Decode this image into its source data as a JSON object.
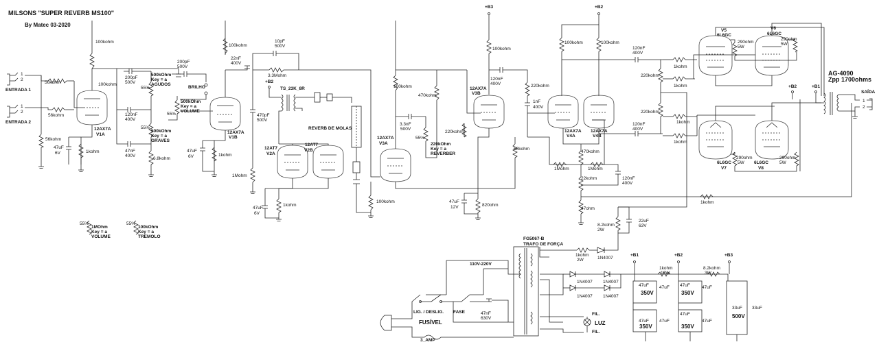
{
  "title": "MILSONS \"SUPER REVERB MS100\"",
  "subtitle": "By Matec 03-2020",
  "connectors": {
    "in1": "ENTRADA 1",
    "in2": "ENTRADA  2",
    "out": "SAÍDA",
    "pin1": "1",
    "pin2": "2"
  },
  "rails": {
    "b1": "+B1",
    "b2": "+B2",
    "b3": "+B3"
  },
  "tubes": {
    "v1a": [
      "12AX7A",
      "V1A"
    ],
    "v1b": [
      "12AX7A",
      "V1B"
    ],
    "v2a": [
      "12AT7",
      "V2A"
    ],
    "v2b": [
      "12AT7",
      "V2B"
    ],
    "v3a": [
      "12AX7A",
      "V3A"
    ],
    "v3b": [
      "12AX7A",
      "V3B"
    ],
    "v4a": [
      "12AX7A",
      "V4A"
    ],
    "v4b": [
      "12AX7A",
      "V4B"
    ],
    "v5": [
      "V5",
      "6L6GC"
    ],
    "v6": [
      "V6",
      "6L6GC"
    ],
    "v7": [
      "6L6GC",
      "V7"
    ],
    "v8": [
      "6L6GC",
      "V8"
    ]
  },
  "components": {
    "r_in1": "56kohm",
    "r_in2": "56kohm",
    "r_in3": "56kohm",
    "r_plate1": "100kohm",
    "r_plate1b": "100kohm",
    "c_treb": [
      "200pF",
      "500V"
    ],
    "c_mid": [
      "120nF",
      "400V"
    ],
    "c_bass": [
      "47nF",
      "400V"
    ],
    "r_68": "6.8kohm",
    "pot_agudos": [
      "500kOhm",
      "Key = a",
      "AGUDOS"
    ],
    "pot_graves": [
      "500kOhm",
      "Key = a",
      "GRAVES"
    ],
    "pot_volume": [
      "500kOhm",
      "Key = a",
      "VOLUME"
    ],
    "pct55": "55%",
    "c_brilho": [
      "200pF",
      "500V"
    ],
    "brilho": "BRILHO",
    "c_cath1": [
      "47uF",
      "6V"
    ],
    "r_cath1": "1kohm",
    "c_cath2": [
      "47uF",
      "6V"
    ],
    "r_cath2": "1kohm",
    "r_plate_v1b": "100kohm",
    "c_22n": [
      "22nF",
      "400V"
    ],
    "c_10p": [
      "10pF",
      "500V"
    ],
    "r_33m": "3.3Mohm",
    "c_470p": [
      "470pF",
      "500V"
    ],
    "r_1m": "1Mohm",
    "b2_tag": "+B2",
    "transformer_rev": "TS_23K_8R",
    "reverb_tank": "REVERB DE MOLAS",
    "c_cath3": [
      "47uF",
      "6V"
    ],
    "r_cath3": "1kohm",
    "r_plate_v3a": "100kohm",
    "c_33n": [
      "3.3nF",
      "500V"
    ],
    "r_470k": "470kohm",
    "pot_reverb": [
      "220kOhm",
      "Key = a",
      "REVERBER"
    ],
    "r_220k_a": "220kohm",
    "r_100k_v3a": "100kohm",
    "c_cath4": [
      "47uF",
      "12V"
    ],
    "r_820": "820ohm",
    "r_plate_v3b": "100kohm",
    "c_120n_a": [
      "120nF",
      "400V"
    ],
    "r_220k_b": "220kohm",
    "c_1n": [
      "1nF",
      "400V"
    ],
    "r_68k": "68kohm",
    "r_plate_v4a": "100kohm",
    "r_plate_v4b": "100kohm",
    "r_470_v4": "470kohm",
    "r_1m_a": "1Mohm",
    "r_1m_b": "1Mohm",
    "r_22k": "22kohm",
    "c_120n_b": [
      "120nF",
      "400V"
    ],
    "r_47": "47ohm",
    "r_82k": [
      "8.2kohm",
      "2W"
    ],
    "c_22u": [
      "22uF",
      "63V"
    ],
    "c_120n_c": [
      "120nF",
      "400V"
    ],
    "c_120n_d": [
      "120nF",
      "400V"
    ],
    "r_220k_c": "220kohm",
    "r_220k_d": "220kohm",
    "r_g1": "1kohm",
    "r_g2": "1kohm",
    "r_g3": "1kohm",
    "r_g4": "1kohm",
    "r_290_a": [
      "290ohm",
      "5W"
    ],
    "r_290_b": [
      "290ohm",
      "5W"
    ],
    "r_290_c": [
      "290ohm",
      "5W"
    ],
    "r_290_d": [
      "290ohm",
      "5W"
    ],
    "r_fb": "1kohm",
    "out_transformer": [
      "AG-4090",
      "Zpp 1700ohms"
    ],
    "b1_tag": "+B1",
    "b2_tag2": "+B2",
    "pot_vol2": [
      "1MOhm",
      "Key = a",
      "VOLUME"
    ],
    "pot_trem": [
      "100kOhm",
      "Key = a",
      "TREMOLO"
    ]
  },
  "power": {
    "transformer": [
      "FG5067-B",
      "TRAFO DE FORÇA"
    ],
    "mains": "110V-220V",
    "switch": "LIG. / DESLIG.",
    "fase": "FASE",
    "fuse_label": "FUSÍVEL",
    "fuse_value": "3_AMP",
    "c_47n": [
      "47nF",
      "630V"
    ],
    "r_bias": [
      "1kohm",
      "2W"
    ],
    "d_bias": "1N4007",
    "diodes": [
      "1N4007",
      "1N4007",
      "1N4007",
      "1N4007"
    ],
    "r_10w": [
      "1kohm",
      "10W"
    ],
    "r_3w": [
      "8.2kohm",
      "3W"
    ],
    "caps": [
      "47uF",
      "47uF",
      "47uF",
      "47uF",
      "47uF",
      "47uF",
      "47uF",
      "47uF"
    ],
    "v350": [
      "350V",
      "350V",
      "350V",
      "350V"
    ],
    "c_33": [
      "33uF",
      "33uF"
    ],
    "v500": "500V",
    "fil1": "FIL.",
    "fil2": "FIL.",
    "luz": "LUZ"
  }
}
